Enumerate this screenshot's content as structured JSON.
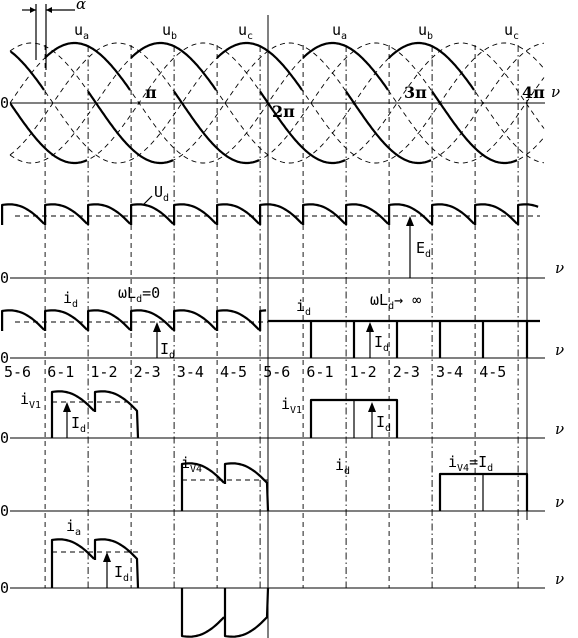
{
  "labels": {
    "alpha": "α",
    "phase_a": "u",
    "phase_a_sub": "a",
    "phase_b": "u",
    "phase_b_sub": "b",
    "phase_c": "u",
    "phase_c_sub": "c",
    "pi": "π",
    "two_pi": "2π",
    "three_pi": "3π",
    "four_pi": "4π",
    "nu": "ν",
    "zero": "0",
    "ud": "U",
    "ud_sub": "d",
    "ed": "E",
    "ed_sub": "d",
    "id": "i",
    "id_sub": "d",
    "omega_zero": "ωL",
    "omega_zero_sub": "d",
    "omega_zero_val": "=0",
    "omega_inf": "ωL",
    "omega_inf_sub": "d",
    "omega_inf_val": "→ ∞",
    "Id": "I",
    "Id_sub": "d",
    "iv1": "i",
    "iv1_sub": "V1",
    "iv4": "i",
    "iv4_sub": "V4",
    "iv4_eq": "i",
    "iv4_eq_sub": "V4",
    "iv4_eq_val": "=I",
    "iv4_eq_val_sub": "d",
    "ia": "i",
    "ia_sub": "a"
  },
  "intervals": [
    "5-6",
    "6-1",
    "1-2",
    "2-3",
    "3-4",
    "4-5",
    "5-6",
    "6-1",
    "1-2",
    "2-3",
    "3-4",
    "4-5"
  ]
}
